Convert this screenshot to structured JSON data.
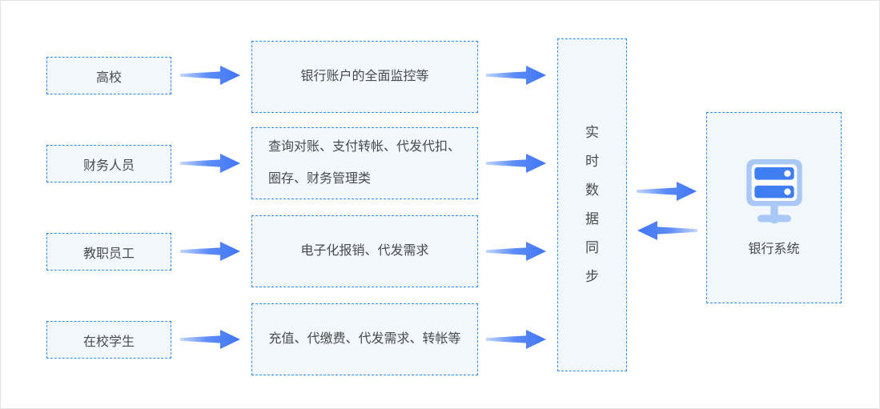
{
  "diagram": {
    "actors": [
      "高校",
      "财务人员",
      "教职员工",
      "在校学生"
    ],
    "services": [
      "银行账户的全面监控等",
      "查询对账、支付转帐、代发代扣、圈存、财务管理类",
      "电子化报销、代发需求",
      "充值、代缴费、代发需求、转帐等"
    ],
    "sync_label": "实时数据同步",
    "bank_label": "银行系统"
  },
  "colors": {
    "dashed_border": "#2d8cf0",
    "box_background": "#f2f8fd",
    "arrow_blue": "#4b7df7",
    "arrow_tail_light": "#bdd2fb",
    "server_icon_light": "#aac8f7",
    "server_icon_dark": "#3e7ef2",
    "text": "#4a4a4a",
    "canvas_border": "#e4e4e4"
  }
}
